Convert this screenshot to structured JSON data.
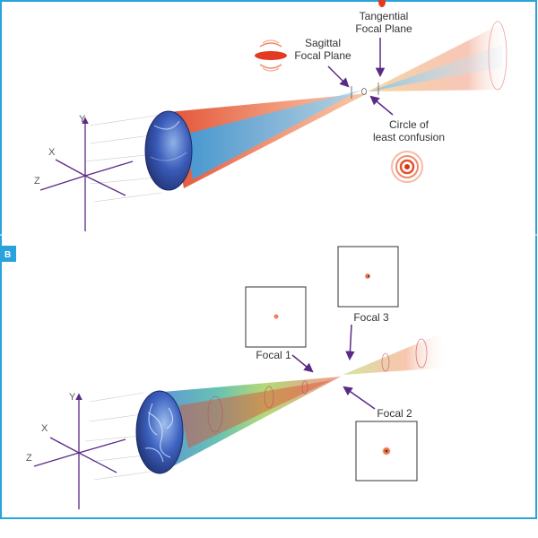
{
  "panel_a": {
    "sagittal_line1": "Sagittal",
    "sagittal_line2": "Focal Plane",
    "tangential_line1": "Tangential",
    "tangential_line2": "Focal Plane",
    "circle_line1": "Circle of",
    "circle_line2": "least confusion",
    "axis_y": "Y",
    "axis_x": "X",
    "axis_z": "Z"
  },
  "panel_b": {
    "badge": "B",
    "focal1": "Focal 1",
    "focal2": "Focal 2",
    "focal3": "Focal 3",
    "axis_y": "Y",
    "axis_x": "X",
    "axis_z": "Z"
  },
  "colors": {
    "accent_blue": "#29a3dc",
    "arrow_purple": "#5b2a86",
    "lens_blue": "#2f4ba0",
    "ray_red": "#e2492c",
    "ray_blue": "#4aa8e0"
  }
}
